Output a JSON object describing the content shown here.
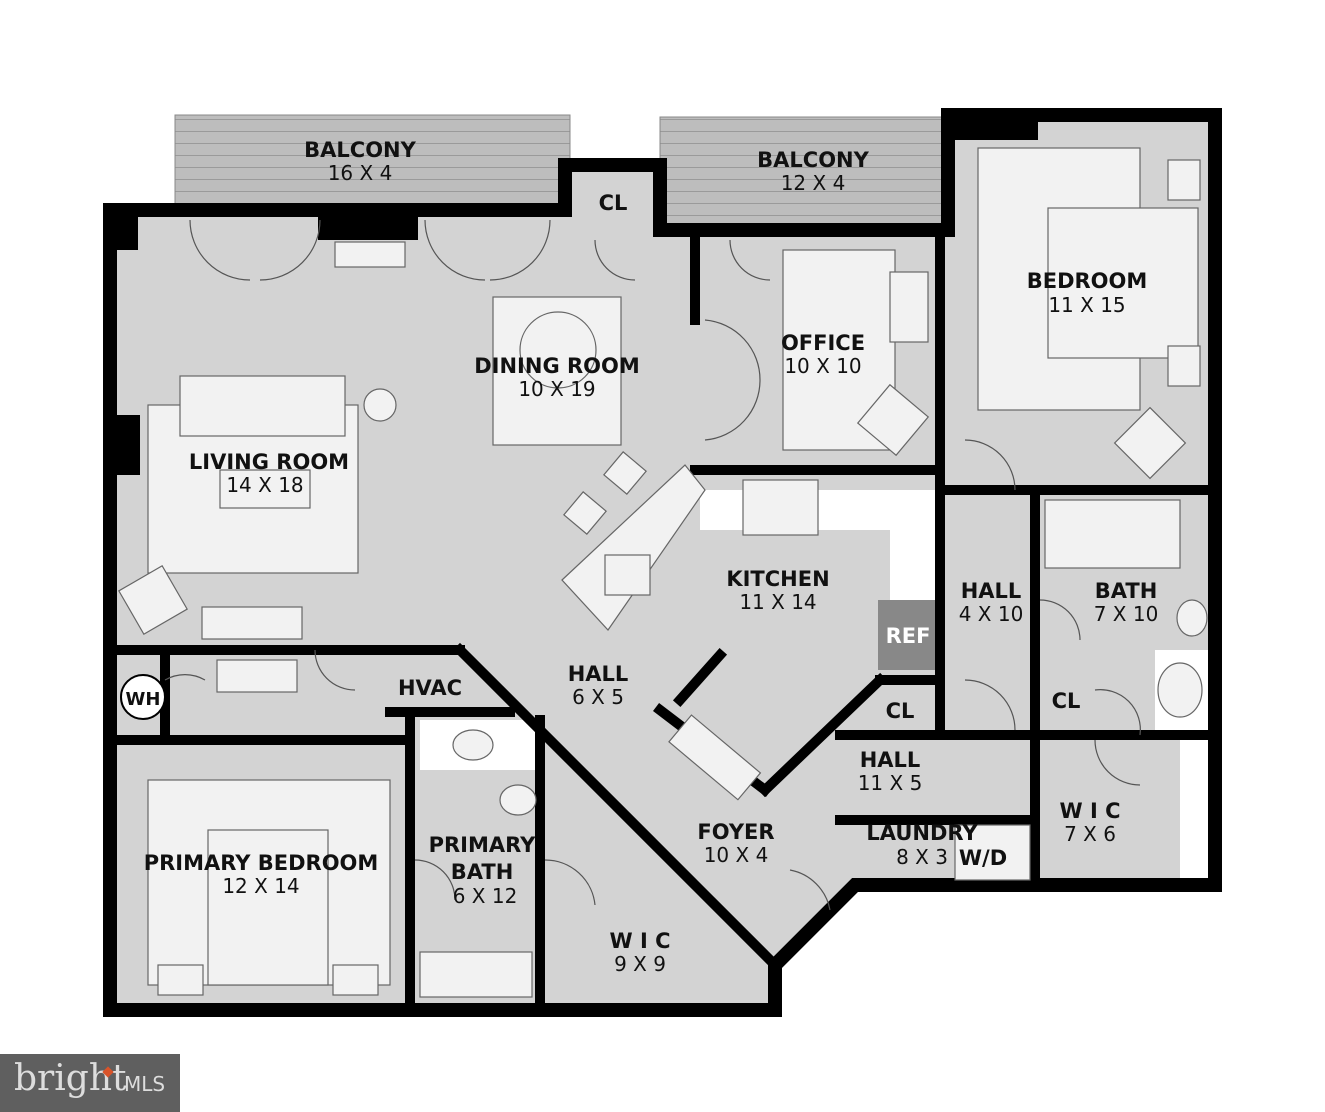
{
  "rooms": {
    "balcony1": {
      "name": "BALCONY",
      "dim": "16 X 4"
    },
    "balcony2": {
      "name": "BALCONY",
      "dim": "12 X 4"
    },
    "cl_top": {
      "name": "CL"
    },
    "dining": {
      "name": "DINING ROOM",
      "dim": "10 X 19"
    },
    "office": {
      "name": "OFFICE",
      "dim": "10 X 10"
    },
    "bedroom": {
      "name": "BEDROOM",
      "dim": "11 X 15"
    },
    "living": {
      "name": "LIVING ROOM",
      "dim": "14 X 18"
    },
    "kitchen": {
      "name": "KITCHEN",
      "dim": "11 X 14"
    },
    "ref": {
      "name": "REF"
    },
    "hall_right": {
      "name": "HALL",
      "dim": "4 X 10"
    },
    "bath": {
      "name": "BATH",
      "dim": "7 X 10"
    },
    "wh": {
      "name": "WH"
    },
    "hvac": {
      "name": "HVAC"
    },
    "hall_center": {
      "name": "HALL",
      "dim": "6 X 5"
    },
    "cl_mid": {
      "name": "CL"
    },
    "cl_right": {
      "name": "CL"
    },
    "hall_small": {
      "name": "HALL",
      "dim": "11 X 5"
    },
    "primary_bedroom": {
      "name": "PRIMARY BEDROOM",
      "dim": "12 X 14"
    },
    "primary_bath": {
      "name": "PRIMARY",
      "name2": "BATH",
      "dim": "6 X 12"
    },
    "foyer": {
      "name": "FOYER",
      "dim": "10 X 4"
    },
    "laundry": {
      "name": "LAUNDRY",
      "dim": "8 X 3"
    },
    "wd": {
      "name": "W/D"
    },
    "wic_right": {
      "name": "W I C",
      "dim": "7 X 6"
    },
    "wic_bottom": {
      "name": "W I C",
      "dim": "9 X 9"
    }
  },
  "logo": {
    "brand": "bright",
    "suffix": "MLS"
  },
  "colors": {
    "floor": "#d3d3d3",
    "wall": "#000000",
    "deck": "#b9b9b9"
  }
}
